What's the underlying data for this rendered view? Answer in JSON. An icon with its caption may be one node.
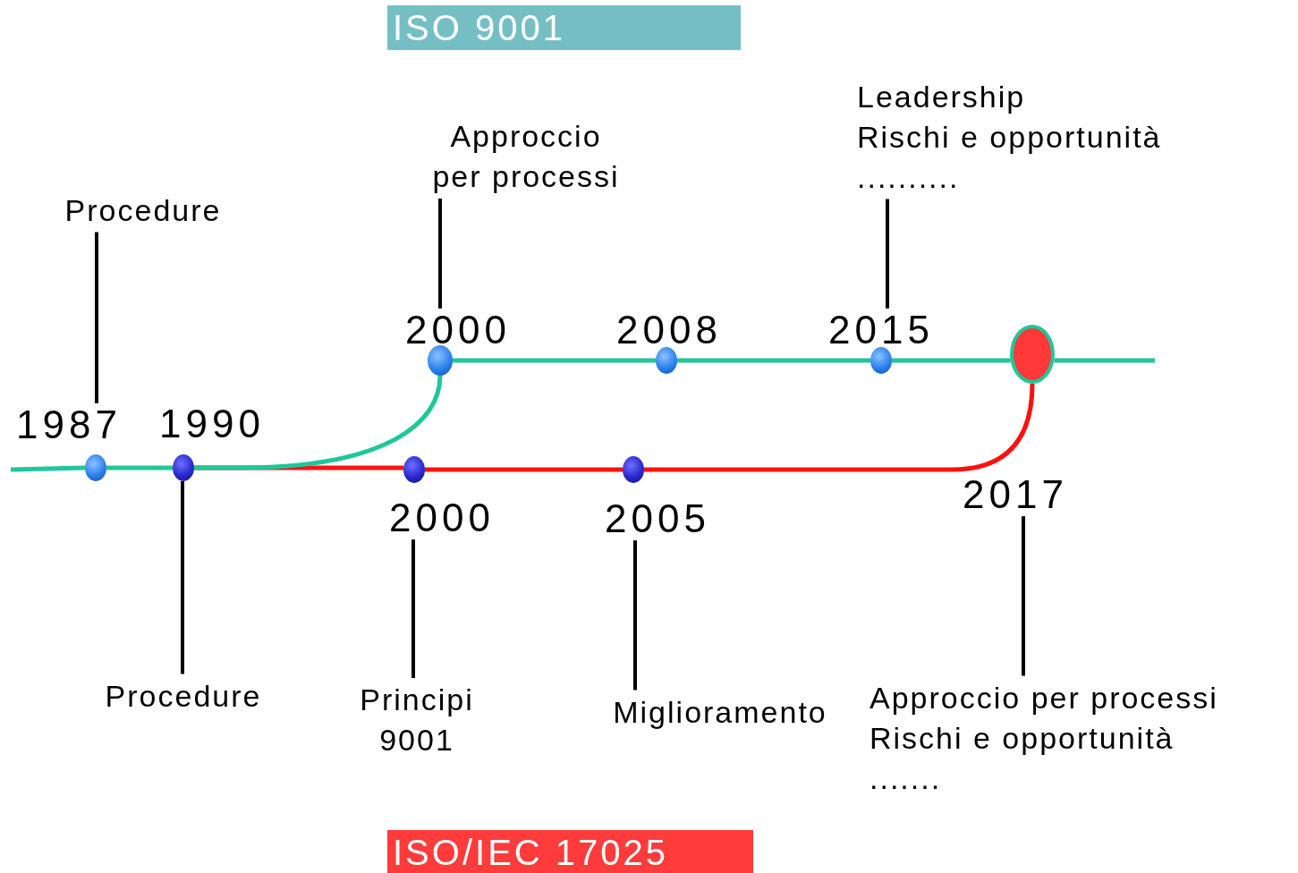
{
  "diagram": {
    "nodes": [
      {
        "text": [
          "ISO 9001"
        ]
      },
      {
        "text": [
          "ISO/IEC 17025"
        ]
      },
      {
        "text": [],
        "shape": "circle"
      },
      {
        "text": [],
        "shape": "circle"
      },
      {
        "text": [],
        "shape": "circle"
      },
      {
        "text": [],
        "shape": "circle"
      },
      {
        "text": [],
        "shape": "circle"
      },
      {
        "text": [],
        "shape": "circle"
      },
      {
        "text": [],
        "shape": "circle"
      },
      {
        "text": [],
        "shape": "circle"
      },
      {
        "text": [
          "1987"
        ]
      },
      {
        "text": [
          "1990"
        ]
      },
      {
        "text": [
          "2000"
        ]
      },
      {
        "text": [
          "2008"
        ]
      },
      {
        "text": [
          "2015"
        ]
      },
      {
        "text": [
          "2000"
        ]
      },
      {
        "text": [
          "2005"
        ]
      },
      {
        "text": [
          "2017"
        ]
      },
      {
        "text": [
          "Procedure"
        ]
      },
      {
        "text": [
          "Approccio per processi"
        ]
      },
      {
        "text": [
          "Leadership",
          "Rischi e opportunità",
          ".........."
        ]
      },
      {
        "text": [
          "Procedure"
        ]
      },
      {
        "text": [
          "Principi 9001"
        ]
      },
      {
        "text": [
          "Miglioramento"
        ]
      },
      {
        "text": [
          "Approccio per processi",
          "Rischi e opportunità",
          "......."
        ]
      }
    ],
    "edges": [
      {
        "from": null,
        "to": 2,
        "arrow": "none",
        "color": "#1fc79a"
      },
      {
        "from": 2,
        "to": 3,
        "arrow": "none",
        "color": "#1fc79a"
      },
      {
        "from": 3,
        "to": 4,
        "arrow": "none",
        "color": "#1fc79a"
      },
      {
        "from": 4,
        "to": 5,
        "arrow": "none",
        "color": "#1fc79a"
      },
      {
        "from": 5,
        "to": 6,
        "arrow": "none",
        "color": "#1fc79a"
      },
      {
        "from": 6,
        "to": 7,
        "arrow": "none",
        "color": "#1fc79a"
      },
      {
        "from": 7,
        "to": null,
        "arrow": "none",
        "color": "#1fc79a"
      },
      {
        "from": 3,
        "to": 8,
        "arrow": "none",
        "color": "#ff1010"
      },
      {
        "from": 8,
        "to": 9,
        "arrow": "none",
        "color": "#ff1010"
      },
      {
        "from": 9,
        "to": 7,
        "arrow": "none",
        "color": "#ff1010"
      },
      {
        "from": 18,
        "to": 10,
        "arrow": "none",
        "color": "#000000"
      },
      {
        "from": 19,
        "to": 12,
        "arrow": "none",
        "color": "#000000"
      },
      {
        "from": 20,
        "to": 14,
        "arrow": "none",
        "color": "#000000"
      },
      {
        "from": 21,
        "to": 3,
        "arrow": "none",
        "color": "#000000"
      },
      {
        "from": 22,
        "to": 15,
        "arrow": "none",
        "color": "#000000"
      },
      {
        "from": 23,
        "to": 16,
        "arrow": "none",
        "color": "#000000"
      },
      {
        "from": 24,
        "to": 17,
        "arrow": "none",
        "color": "#000000"
      }
    ]
  }
}
